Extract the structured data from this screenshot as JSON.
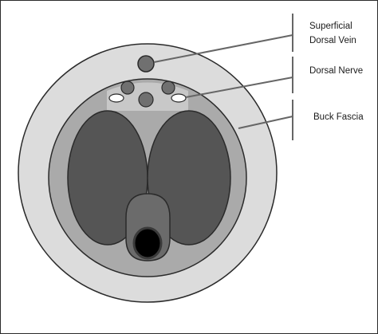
{
  "labels": {
    "superficial_dorsal_vein_line1": "Superficial",
    "superficial_dorsal_vein_line2": "Dorsal Vein",
    "dorsal_nerve": "Dorsal Nerve",
    "buck_fascia": "Buck Fascia"
  },
  "colors": {
    "outer_skin": "#dcdcdc",
    "buck_fascia_layer": "#aaaaaa",
    "dorsal_zone": "#c8c8c8",
    "corpora_cavernosa": "#555555",
    "corpus_spongiosum": "#6b6b6b",
    "urethra": "#000000",
    "vessels": "#707070",
    "nerves": "#ffffff",
    "outlines": "#2a2a2a",
    "leader_lines": "#666666"
  }
}
